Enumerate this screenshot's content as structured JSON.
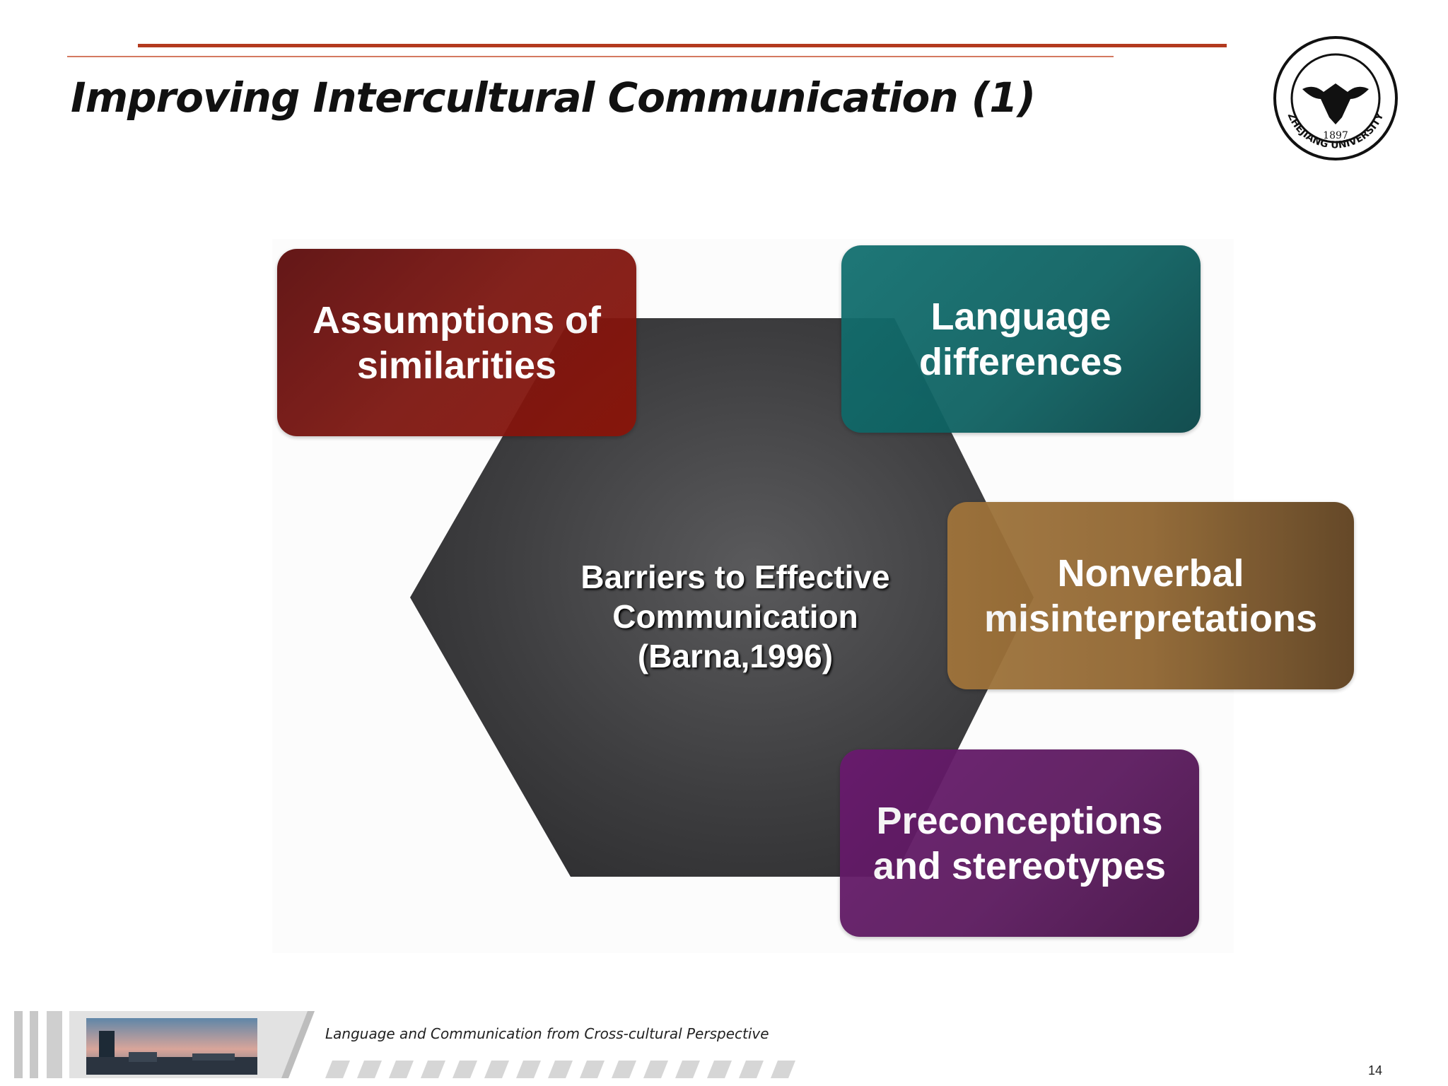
{
  "slide": {
    "title": "Improving Intercultural Communication (1)",
    "page_number": "14"
  },
  "diagram": {
    "center": {
      "line1": "Barriers to Effective",
      "line2": "Communication",
      "line3": "(Barna,1996)"
    },
    "boxes": [
      {
        "line1": "Assumptions of",
        "line2": "similarities"
      },
      {
        "line1": "Language",
        "line2": "differences"
      },
      {
        "line1": "Nonverbal",
        "line2": "misinterpretations"
      },
      {
        "line1": "Preconceptions",
        "line2": "and stereotypes"
      }
    ]
  },
  "footer": {
    "course": "Language and Communication from Cross-cultural Perspective"
  },
  "colors": {
    "accent_line": "#b33a1f",
    "hexagon": "#3a3a3c",
    "red": "#7d1711",
    "teal": "#0e6262",
    "brown": "#8f6530",
    "purple": "#5b1a5e"
  },
  "logo": {
    "icon": "zhejiang-university-seal",
    "year": "1897",
    "text": "ZHEJIANG UNIVERSITY"
  }
}
